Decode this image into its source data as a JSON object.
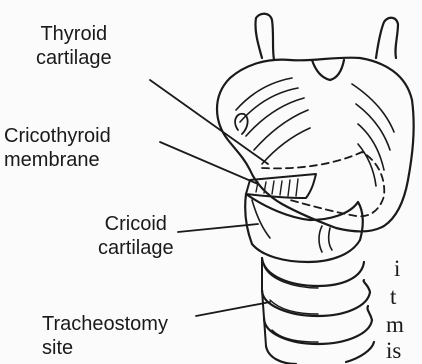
{
  "labels": {
    "thyroid": [
      "Thyroid",
      "cartilage"
    ],
    "cricothyroid": [
      "Cricothyroid",
      "membrane"
    ],
    "cricoid": [
      "Cricoid",
      "cartilage"
    ],
    "tracheostomy": [
      "Tracheostomy",
      "site"
    ]
  },
  "text_fragments": [
    "i",
    "t",
    "m",
    "is"
  ],
  "colors": {
    "ink": "#1a1a1a",
    "paper": "#fbfbfb"
  }
}
